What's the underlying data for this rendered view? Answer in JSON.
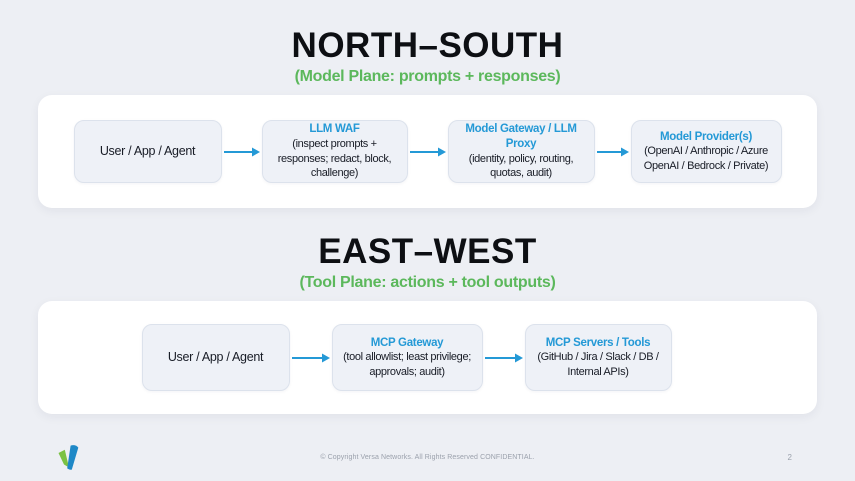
{
  "sections": [
    {
      "title": "NORTH–SOUTH",
      "subtitle": "(Model Plane: prompts + responses)",
      "boxes": [
        {
          "title": "",
          "body": "User / App / Agent"
        },
        {
          "title": "LLM WAF",
          "body": "(inspect prompts + responses; redact, block, challenge)"
        },
        {
          "title": "Model Gateway / LLM Proxy",
          "body": "(identity, policy, routing, quotas, audit)"
        },
        {
          "title": "Model Provider(s)",
          "body": "(OpenAI / Anthropic / Azure OpenAI / Bedrock / Private)"
        }
      ]
    },
    {
      "title": "EAST–WEST",
      "subtitle": "(Tool Plane: actions + tool outputs)",
      "boxes": [
        {
          "title": "",
          "body": "User / App / Agent"
        },
        {
          "title": "MCP Gateway",
          "body": "(tool allowlist; least privilege; approvals; audit)"
        },
        {
          "title": "MCP Servers / Tools",
          "body": "(GitHub / Jira / Slack / DB / Internal APIs)"
        }
      ]
    }
  ],
  "footer": {
    "copyright": "© Copyright Versa Networks. All Rights Reserved CONFIDENTIAL.",
    "page_number": "2",
    "logo": "versa-logo"
  },
  "colors": {
    "background": "#edeff4",
    "panel": "#ffffff",
    "node_fill": "#eef1f7",
    "node_border": "#dce2ec",
    "accent_blue": "#2499d6",
    "accent_green": "#5cb85c",
    "logo_green": "#7ac143",
    "logo_blue": "#1e88c7",
    "footer_gray": "#9ba1ac"
  }
}
